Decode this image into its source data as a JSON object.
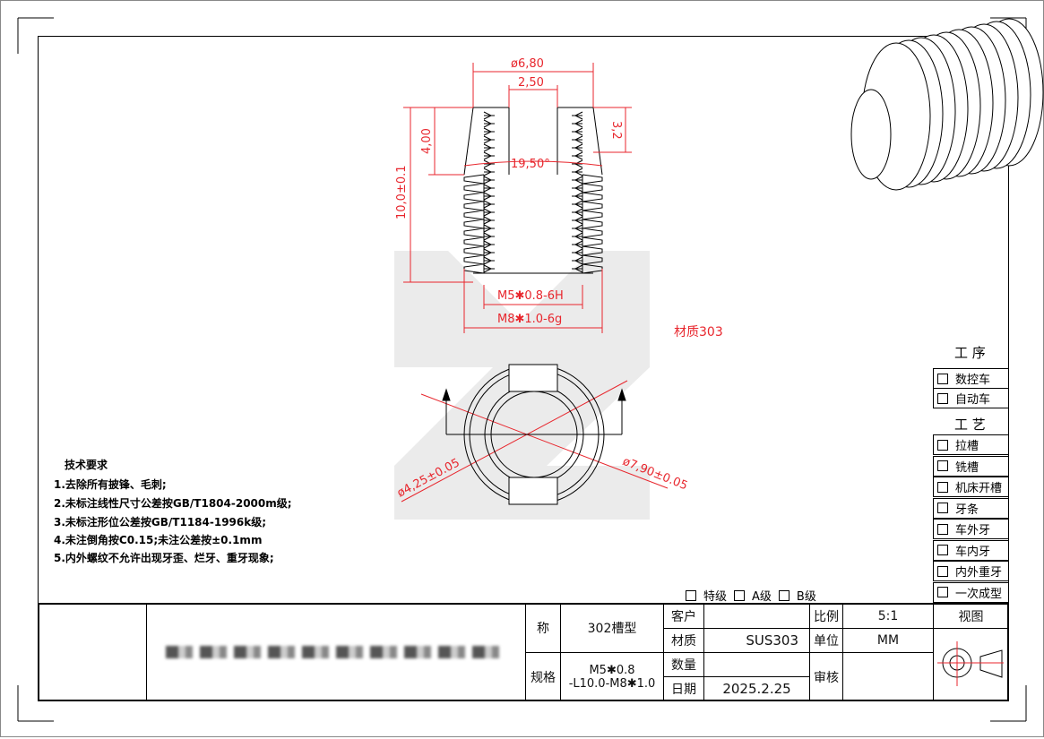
{
  "drawing": {
    "dims": {
      "outer_dia": "ø6,80",
      "slot_width": "2,50",
      "taper_len": "4,00",
      "total_len": "10,0±0.1",
      "angle": "19,50°",
      "slot_depth": "3,2",
      "inner_thread": "M5✱0.8-6H",
      "outer_thread": "M8✱1.0-6g",
      "bore_dia": "ø4,25±0.05",
      "od": "ø7,90±0.05"
    },
    "material_note": "材质303"
  },
  "requirements": {
    "title": "技术要求",
    "items": [
      "1.去除所有披锋、毛刺;",
      "2.未标注线性尺寸公差按GB/T1804-2000m级;",
      "3.未标注形位公差按GB/T1184-1996k级;",
      "4.未注倒角按C0.15;未注公差按±0.1mm",
      "5.内外螺纹不允许出现牙歪、烂牙、重牙现象;"
    ]
  },
  "process": {
    "header1": "工  序",
    "group1": [
      "数控车",
      "自动车"
    ],
    "header2": "工  艺",
    "group2": [
      "拉槽",
      "铣槽",
      "机床开槽",
      "牙条",
      "车外牙",
      "车内牙",
      "内外重牙",
      "一次成型"
    ]
  },
  "grades": [
    "特级",
    "A级",
    "B级"
  ],
  "title_block": {
    "name_label": "称",
    "name_value": "302槽型",
    "spec_label": "规格",
    "spec_value_1": "M5✱0.8",
    "spec_value_2": "-L10.0-M8✱1.0",
    "customer_label": "客户",
    "customer_value": "",
    "material_label": "材质",
    "material_value": "SUS303",
    "quantity_label": "数量",
    "quantity_value": "",
    "date_label": "日期",
    "date_value": "2025.2.25",
    "scale_label": "比例",
    "scale_value": "5:1",
    "unit_label": "单位",
    "unit_value": "MM",
    "review_label": "审核",
    "review_value": "",
    "view_label": "视图"
  }
}
